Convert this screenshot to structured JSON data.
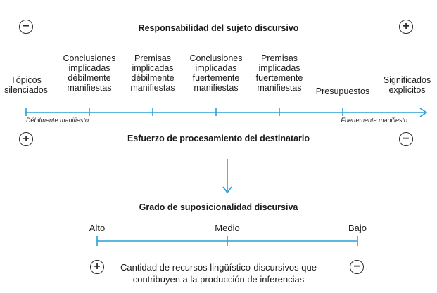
{
  "top": {
    "title": "Responsabilidad del sujeto discursivo",
    "left_sign": "−",
    "right_sign": "+"
  },
  "items": [
    {
      "line1": "Tópicos",
      "line2": "silenciados"
    },
    {
      "line1": "Conclusiones",
      "line2": "implicadas",
      "line3": "débilmente",
      "line4": "manifiestas"
    },
    {
      "line1": "Premisas",
      "line2": "implicadas",
      "line3": "débilmente",
      "line4": "manifiestas"
    },
    {
      "line1": "Conclusiones",
      "line2": "implicadas",
      "line3": "fuertemente",
      "line4": "manifiestas"
    },
    {
      "line1": "Premisas",
      "line2": "implicadas",
      "line3": "fuertemente",
      "line4": "manifiestas"
    },
    {
      "line1": "Presupuestos"
    },
    {
      "line1": "Significados",
      "line2": "explícitos"
    }
  ],
  "axis": {
    "left_note": "Débilmente manifiesto",
    "right_note": "Fuertemente manifiesto"
  },
  "effort": {
    "title": "Esfuerzo de procesamiento del destinatario",
    "left_sign": "+",
    "right_sign": "−"
  },
  "grade": {
    "title": "Grado de suposicionalidad discursiva",
    "labels": [
      "Alto",
      "Medio",
      "Bajo"
    ]
  },
  "resources": {
    "line1": "Cantidad de recursos lingüístico-discursivos que",
    "line2": "contribuyen a la producción de inferencias",
    "left_sign": "+",
    "right_sign": "−"
  },
  "colors": {
    "accent": "#2a9fd6",
    "text": "#1a1a1a"
  }
}
